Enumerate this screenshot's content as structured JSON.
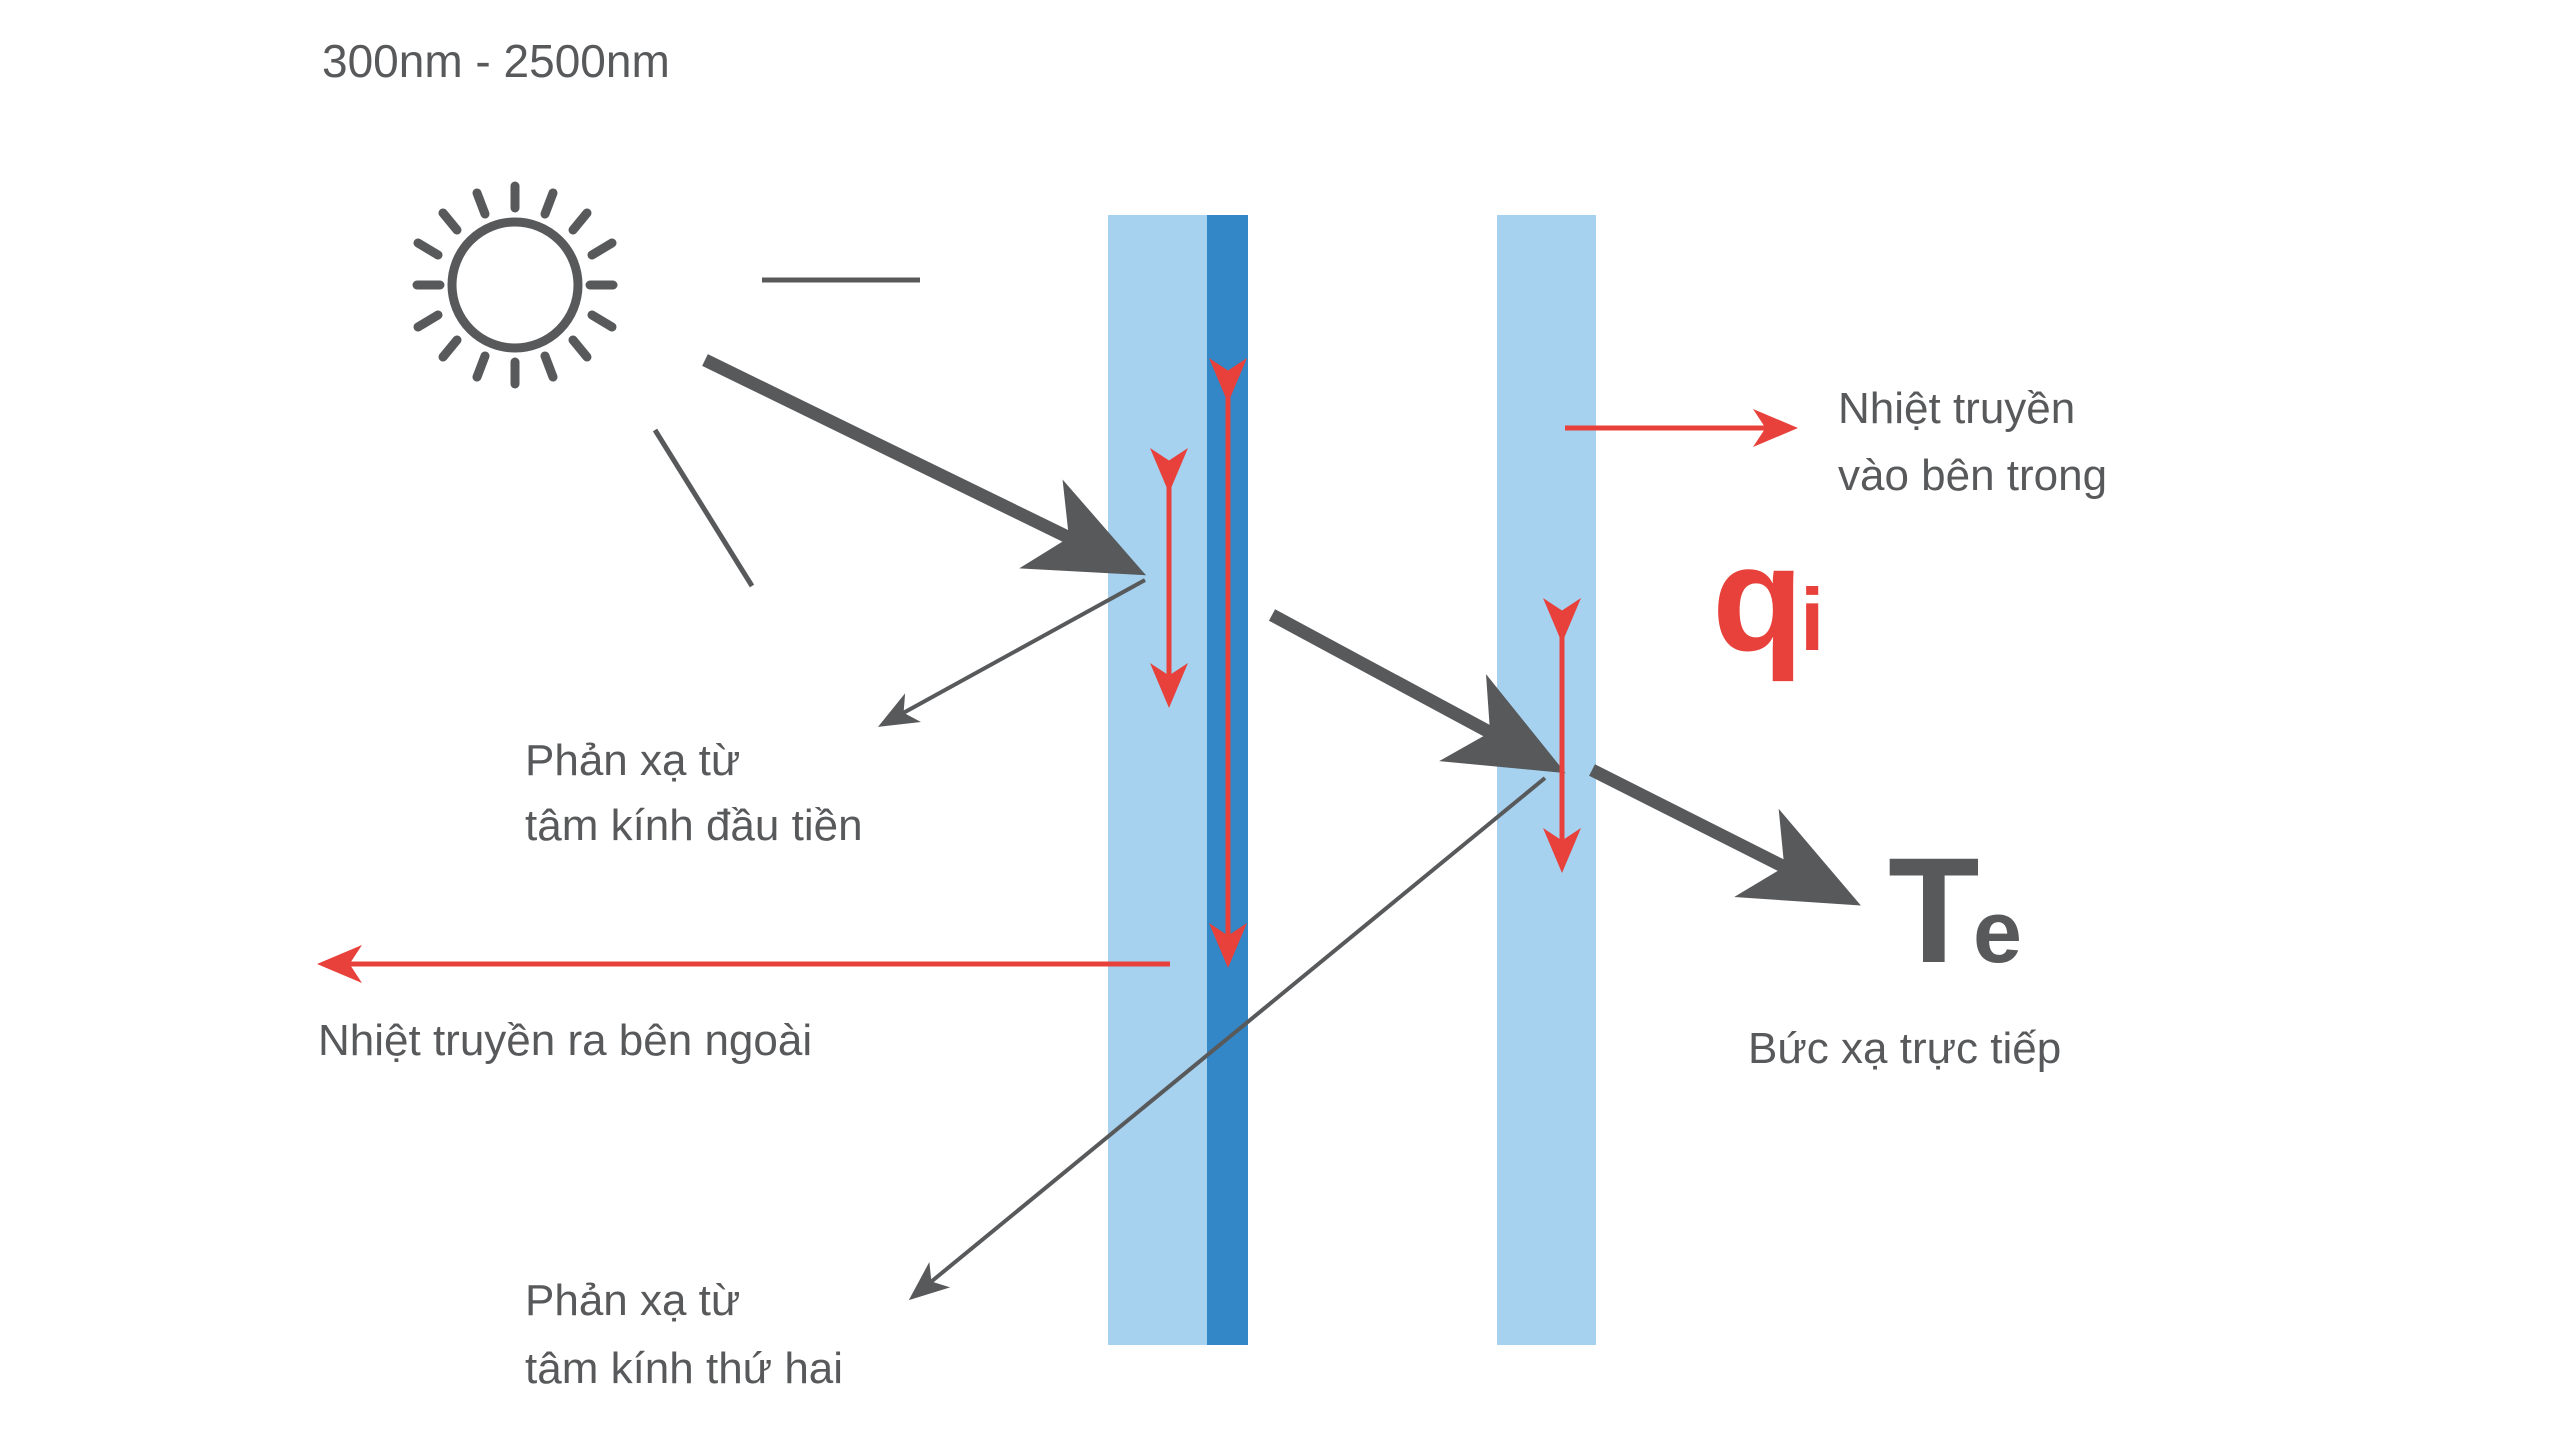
{
  "title": "300nm - 2500nm",
  "colors": {
    "glass_light": "#a6d2ef",
    "glass_coating": "#3387c6",
    "arrow_grey": "#58595b",
    "arrow_red": "#e8403a",
    "text_grey": "#58595b",
    "background": "#ffffff"
  },
  "icons": {
    "sun": "sun-icon"
  },
  "labels": {
    "spectrum_range": "300nm - 2500nm",
    "reflection_first_pane_line1": "Phản xạ từ",
    "reflection_first_pane_line2": "tâm kính đầu tiền",
    "reflection_second_pane_line1": "Phản xạ từ",
    "reflection_second_pane_line2": "tâm kính thứ hai",
    "heat_outward": "Nhiệt truyền ra bên ngoài",
    "heat_inward_line1": "Nhiệt truyền",
    "heat_inward_line2": "vào bên trong",
    "direct_radiation": "Bức xạ trực tiếp"
  },
  "symbols": {
    "qi_base": "q",
    "qi_subscript": "i",
    "te_base": "T",
    "te_subscript": "e"
  },
  "elements": {
    "pane_outer": "outer-glass-pane",
    "pane_coating": "low-e-coating-layer",
    "pane_inner": "inner-glass-pane",
    "incident_ray": "incident-solar-ray",
    "reflected_ray_first": "reflected-ray-first-pane",
    "reflected_ray_second": "reflected-ray-second-pane",
    "transmitted_ray": "transmitted-ray",
    "direct_transmission_ray": "direct-transmission-ray",
    "heat_arrow_outward": "heat-flow-outward-arrow",
    "heat_arrow_inward": "heat-flow-inward-arrow",
    "absorb_arrow_outer": "absorbed-heat-arrow-outer-pane",
    "absorb_arrow_coating": "absorbed-heat-arrow-coating",
    "absorb_arrow_inner": "absorbed-heat-arrow-inner-pane"
  }
}
